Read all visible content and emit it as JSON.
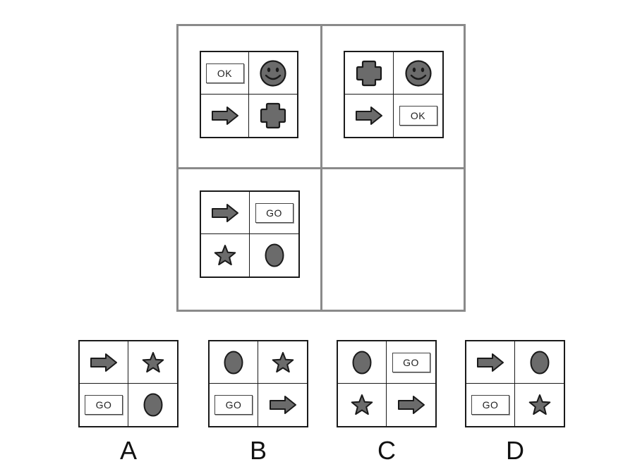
{
  "colors": {
    "shape_fill": "#6b6b6b",
    "shape_stroke": "#1a1a1a",
    "frame": "#8a8a8a"
  },
  "matrix": [
    {
      "cells": [
        {
          "shape": "ok-button",
          "text": "OK"
        },
        {
          "shape": "smiley-icon"
        },
        {
          "shape": "arrow-icon"
        },
        {
          "shape": "cross-icon"
        }
      ]
    },
    {
      "cells": [
        {
          "shape": "cross-icon"
        },
        {
          "shape": "smiley-icon"
        },
        {
          "shape": "arrow-icon"
        },
        {
          "shape": "ok-button",
          "text": "OK"
        }
      ]
    },
    {
      "cells": [
        {
          "shape": "arrow-icon"
        },
        {
          "shape": "go-button",
          "text": "GO"
        },
        {
          "shape": "star-icon"
        },
        {
          "shape": "oval-icon"
        }
      ]
    }
  ],
  "options": [
    {
      "label": "A",
      "cells": [
        {
          "shape": "arrow-icon"
        },
        {
          "shape": "star-icon"
        },
        {
          "shape": "go-button",
          "text": "GO"
        },
        {
          "shape": "oval-icon"
        }
      ]
    },
    {
      "label": "B",
      "cells": [
        {
          "shape": "oval-icon"
        },
        {
          "shape": "star-icon"
        },
        {
          "shape": "go-button",
          "text": "GO"
        },
        {
          "shape": "arrow-icon"
        }
      ]
    },
    {
      "label": "C",
      "cells": [
        {
          "shape": "oval-icon"
        },
        {
          "shape": "go-button",
          "text": "GO"
        },
        {
          "shape": "star-icon"
        },
        {
          "shape": "arrow-icon"
        }
      ]
    },
    {
      "label": "D",
      "cells": [
        {
          "shape": "arrow-icon"
        },
        {
          "shape": "oval-icon"
        },
        {
          "shape": "go-button",
          "text": "GO"
        },
        {
          "shape": "star-icon"
        }
      ]
    }
  ]
}
